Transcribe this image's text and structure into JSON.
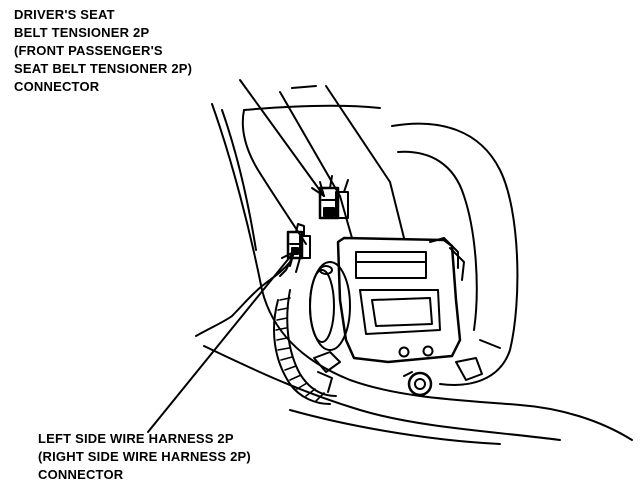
{
  "callouts": {
    "top": {
      "lines": [
        "DRIVER'S SEAT",
        "BELT TENSIONER 2P",
        "(FRONT PASSENGER'S",
        "SEAT BELT TENSIONER 2P)",
        "CONNECTOR"
      ]
    },
    "bottom": {
      "lines": [
        "LEFT SIDE WIRE HARNESS 2P",
        "(RIGHT SIDE WIRE HARNESS 2P)",
        "CONNECTOR"
      ]
    }
  },
  "colors": {
    "ink": "#000000",
    "paper": "#ffffff"
  }
}
